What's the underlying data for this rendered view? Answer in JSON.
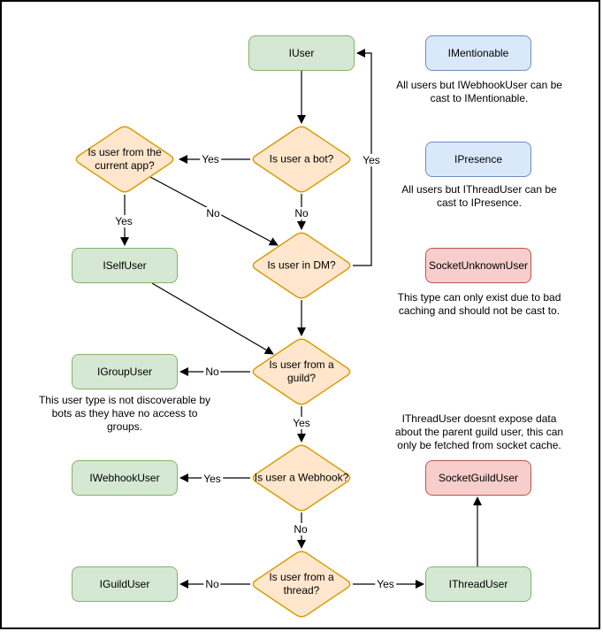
{
  "diagram": {
    "nodes": {
      "iuser": {
        "label": "IUser"
      },
      "imentionable": {
        "label": "IMentionable"
      },
      "ipresence": {
        "label": "IPresence"
      },
      "iselfuser": {
        "label": "ISelfUser"
      },
      "socketunknownuser": {
        "label": "SocketUnknownUser"
      },
      "igroupuser": {
        "label": "IGroupUser"
      },
      "iwebhookuser": {
        "label": "IWebhookUser"
      },
      "socketguilduser": {
        "label": "SocketGuildUser"
      },
      "iguilduser": {
        "label": "IGuildUser"
      },
      "ithreaduser": {
        "label": "IThreadUser"
      }
    },
    "decisions": {
      "current_app": {
        "question": "Is user from the current app?"
      },
      "bot": {
        "question": "Is user a bot?"
      },
      "dm": {
        "question": "Is user in DM?"
      },
      "guild": {
        "question": "Is user from a guild?"
      },
      "webhook": {
        "question": "Is user a Webhook?"
      },
      "thread": {
        "question": "Is user from a thread?"
      }
    },
    "edge_labels": {
      "bot_yes": "Yes",
      "bot_no": "No",
      "app_no": "No",
      "app_yes": "Yes",
      "dm_yes": "Yes",
      "guild_no": "No",
      "guild_yes": "Yes",
      "webhook_yes": "Yes",
      "webhook_no": "No",
      "thread_no": "No",
      "thread_yes": "Yes"
    },
    "notes": {
      "imentionable": [
        "All users but IWebhookUser can be",
        "cast to IMentionable."
      ],
      "ipresence": [
        "All users but IThreadUser can be",
        "cast to IPresence."
      ],
      "socketunknownuser": [
        "This type can only exist due to bad",
        "caching and should not be cast to."
      ],
      "igroupuser": [
        "This user type is not discoverable by",
        "bots as they have no access to",
        "groups."
      ],
      "socketguilduser": [
        "IThreadUser doesnt expose data",
        "about the parent guild user, this can",
        "only be fetched from socket cache."
      ]
    },
    "colors": {
      "interface_fill": "#d5e8d4",
      "interface_stroke": "#82b366",
      "mixin_fill": "#dae8fc",
      "mixin_stroke": "#6c8ebf",
      "socket_fill": "#f8cecc",
      "socket_stroke": "#b85450",
      "decision_fill": "#ffe6cc",
      "decision_stroke": "#d79b00",
      "edge": "#000000"
    }
  }
}
